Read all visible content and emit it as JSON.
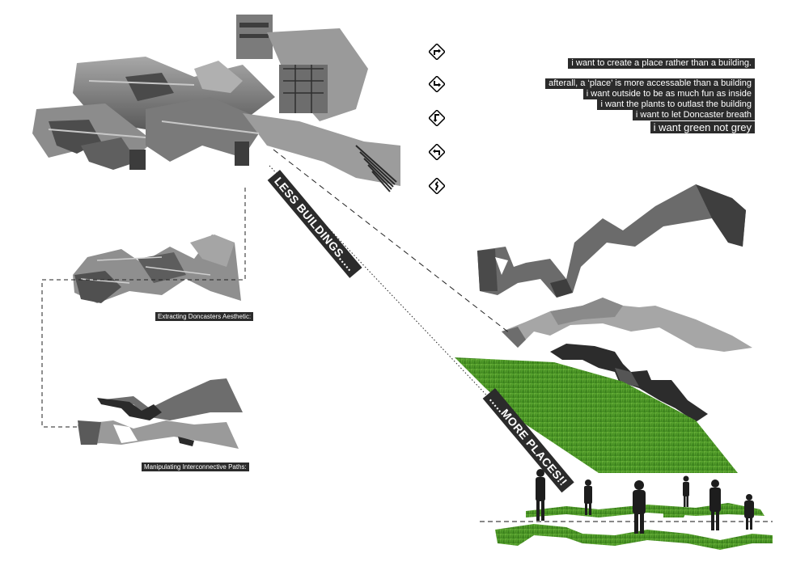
{
  "statements": {
    "line1": "i want to create a place rather than a building.",
    "line2": "afterall, a ‘place’ is more accessable than a building",
    "line3": "i want outside to be as much fun as inside",
    "line4": "i want the plants to outlast the building",
    "line5": "i want to let Doncaster breath",
    "line6": "i want green not grey"
  },
  "captions": {
    "aesthetic": "Extracting Doncasters Aesthetic:",
    "paths": "Manipulating Interconnective Paths:"
  },
  "diagonal_labels": {
    "less": "LESS BUILDINGS.....",
    "more": ".....MORE PLACES!!"
  },
  "road_signs": [
    "turn-right-icon",
    "turn-right-down-icon",
    "turn-left-down-icon",
    "turn-left-up-icon",
    "winding-road-icon"
  ],
  "colors": {
    "label_bg": "#2b2b2b",
    "concrete": "#8a8a8a",
    "grass": "#4e9a28",
    "dark_path": "#333333",
    "mid_path": "#6e6e6e",
    "light_path": "#b4b4b4"
  }
}
